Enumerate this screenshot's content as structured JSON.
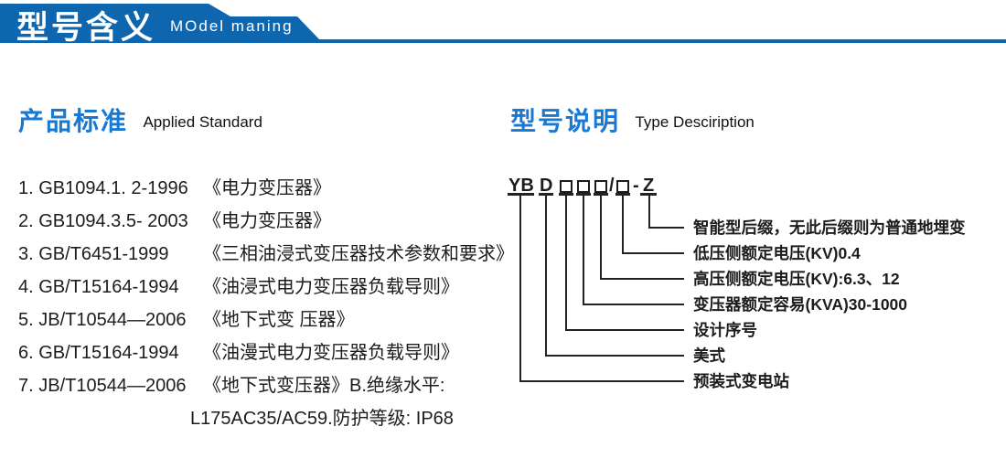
{
  "header": {
    "title_zh": "型号含义",
    "title_en": "MOdel maning"
  },
  "left": {
    "heading_zh": "产品标准",
    "heading_en": "Applied Standard",
    "items": [
      {
        "code": "1. GB1094.1. 2-1996",
        "title": "《电力变压器》"
      },
      {
        "code": "2. GB1094.3.5- 2003",
        "title": "《电力变压器》"
      },
      {
        "code": "3. GB/T6451-1999",
        "title": "《三相油浸式变压器技术参数和要求》"
      },
      {
        "code": "4. GB/T15164-1994",
        "title": "《油浸式电力变压器负载导则》"
      },
      {
        "code": "5. JB/T10544—2006",
        "title": "《地下式变 压器》"
      },
      {
        "code": "6. GB/T15164-1994",
        "title": "《油漫式电力变压器负载导则》"
      },
      {
        "code": "7. JB/T10544—2006",
        "title": "《地下式变压器》B.绝缘水平:"
      }
    ],
    "continuation": "L175AC35/AC59.防护等级: IP68"
  },
  "right": {
    "heading_zh": "型号说明",
    "heading_en": "Type Desciription",
    "code": {
      "yb": "YB",
      "d": "D",
      "slash": "/",
      "dash": "-",
      "z": "Z"
    },
    "labels": [
      "智能型后缀，无此后缀则为普通地埋变",
      "低压侧额定电压(KV)0.4",
      "高压侧额定电压(KV):6.3、12",
      "变压器额定容易(KVA)30-1000",
      "设计序号",
      "美式",
      "预装式变电站"
    ]
  },
  "colors": {
    "banner_blue": "#0e67ae",
    "heading_blue": "#1779d2",
    "text_black": "#1c1c1c"
  }
}
